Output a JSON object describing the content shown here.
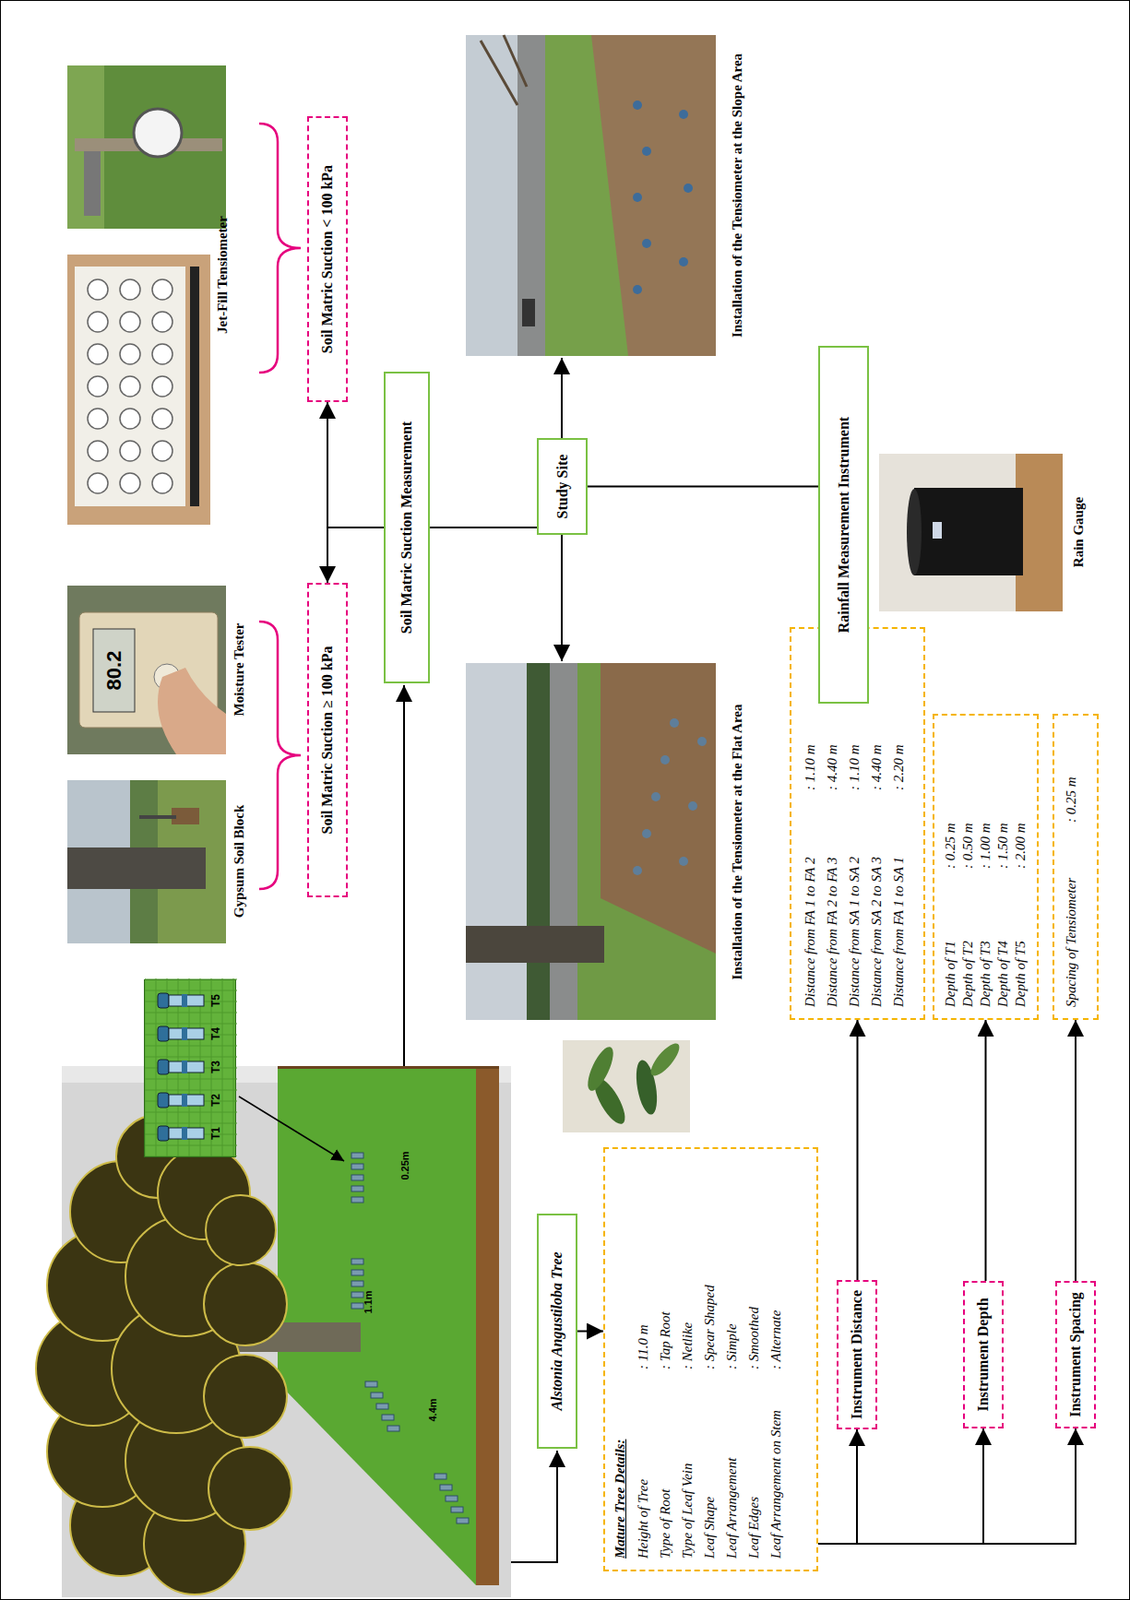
{
  "diagram": {
    "nodes": [
      {
        "text": [
          "T1",
          "T2",
          "T3",
          "T4",
          "T5"
        ]
      },
      {
        "text": [
          "Alstonia Angustiloba Tree"
        ]
      },
      {
        "text": [
          "Mature Tree Details:",
          "Height of Tree",
          ": 11.0 m",
          "Type of Root",
          ": Tap Root",
          "Type of Leaf Vein",
          ": Netlike",
          "Leaf Shape",
          ": Spear Shaped",
          "Leaf Arrangement",
          ": Simple",
          "Leaf Edges",
          ": Smoothed",
          "Leaf Arrangement on Stem",
          ": Alternate"
        ]
      },
      {
        "text": [
          "Instrument Distance"
        ]
      },
      {
        "text": [
          "Instrument Depth"
        ]
      },
      {
        "text": [
          "Instrument Spacing"
        ]
      },
      {
        "text": [
          "Distance from FA 1 to FA 2",
          ": 1.10 m",
          "Distance from FA 2 to FA 3",
          ": 4.40 m",
          "Distance from SA 1 to SA 2",
          ": 1.10 m",
          "Distance from SA 2 to SA 3",
          ": 4.40 m",
          "Distance from FA 1 to SA 1",
          ": 2.20 m"
        ]
      },
      {
        "text": [
          "Depth of T1",
          ": 0.25 m",
          "Depth of T2",
          ": 0.50 m",
          "Depth of T3",
          ": 1.00 m",
          "Depth of T4",
          ": 1.50 m",
          "Depth of T5",
          ": 2.00 m"
        ]
      },
      {
        "text": [
          "Spacing of Tensiometer",
          ": 0.25 m"
        ]
      },
      {
        "text": [
          "Soil Matric Suction Measurement"
        ]
      },
      {
        "text": [
          "Soil Matric Suction ≥ 100 kPa"
        ]
      },
      {
        "text": [
          "Soil Matric Suction < 100 kPa"
        ]
      },
      {
        "text": [
          "Study Site"
        ]
      },
      {
        "text": [
          "Rainfall Measurement Instrument"
        ]
      }
    ],
    "edges": [
      {
        "from": 1,
        "to": 2,
        "arrow": "to"
      },
      {
        "from": 2,
        "to": 3,
        "arrow": "to"
      },
      {
        "from": 2,
        "to": 4,
        "arrow": "to"
      },
      {
        "from": 2,
        "to": 5,
        "arrow": "to"
      },
      {
        "from": 3,
        "to": 6,
        "arrow": "to"
      },
      {
        "from": 4,
        "to": 7,
        "arrow": "to"
      },
      {
        "from": 5,
        "to": 8,
        "arrow": "to"
      },
      {
        "from": 9,
        "to": 10,
        "arrow": "to"
      },
      {
        "from": 9,
        "to": 11,
        "arrow": "to"
      },
      {
        "from": 9,
        "to": 12,
        "arrow": "none"
      },
      {
        "from": 12,
        "to": 13,
        "arrow": "none"
      }
    ],
    "labels": [
      "1.1m",
      "4.4m",
      "0.25m",
      "80.2",
      "Gypsum Soil Block",
      "Moisture Tester",
      "Jet-Fill Tensiometer",
      "Installation of the Tensiometer at the Flat Area",
      "Installation of the Tensiometer at the Slope Area",
      "Rain Gauge"
    ]
  }
}
